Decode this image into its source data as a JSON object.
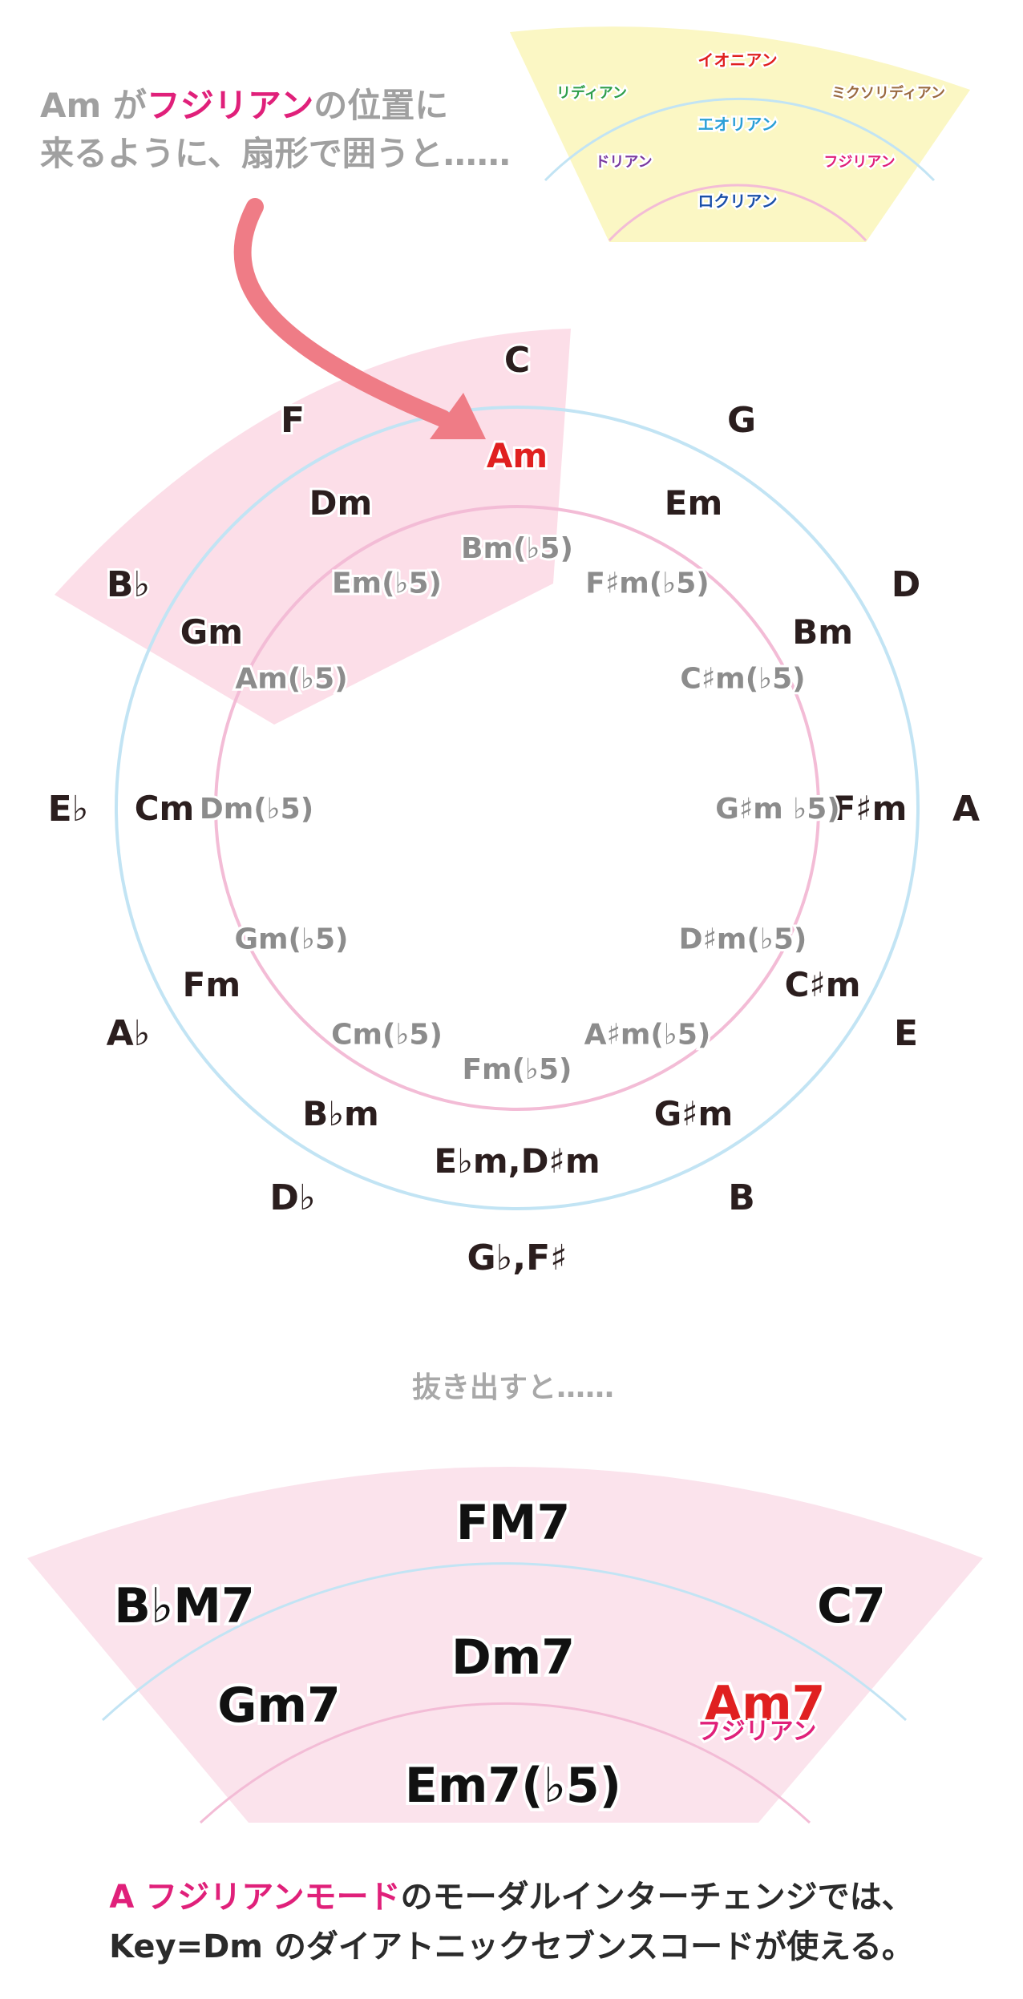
{
  "intro": {
    "line1_pre": "Am が",
    "line1_highlight": "フジリアン",
    "line1_post": "の位置に",
    "line2": "来るように、扇形で囲うと……"
  },
  "legend": {
    "ionian": "イオニアン",
    "lydian": "リディアン",
    "mixolydian": "ミクソリディアン",
    "aeolian": "エオリアン",
    "dorian": "ドリアン",
    "phrygian": "フジリアン",
    "locrian": "ロクリアン"
  },
  "circle": {
    "outer": [
      "C",
      "G",
      "D",
      "A",
      "E",
      "B",
      "G♭,F♯",
      "D♭",
      "A♭",
      "E♭",
      "B♭",
      "F"
    ],
    "middle": [
      "Am",
      "Em",
      "Bm",
      "F♯m",
      "C♯m",
      "G♯m",
      "E♭m,D♯m",
      "B♭m",
      "Fm",
      "Cm",
      "Gm",
      "Dm"
    ],
    "inner": [
      "Bm(♭5)",
      "F♯m(♭5)",
      "C♯m(♭5)",
      "G♯m ♭5)",
      "D♯m(♭5)",
      "A♯m(♭5)",
      "Fm(♭5)",
      "Cm(♭5)",
      "Gm(♭5)",
      "Dm(♭5)",
      "Am(♭5)",
      "Em(♭5)"
    ]
  },
  "extract_label": "抜き出すと……",
  "extract": {
    "outer": [
      "B♭M7",
      "FM7",
      "C7"
    ],
    "middle": [
      "Gm7",
      "Dm7",
      "Am7"
    ],
    "inner": [
      "Em7(♭5)"
    ],
    "am7_mode": "フジリアン"
  },
  "caption": {
    "line1_highlight": "A フジリアンモード",
    "line1_rest": "のモーダルインターチェンジでは、",
    "line2": "Key=Dm のダイアトニックセブンスコードが使える。"
  },
  "colors": {
    "pink": "#e0207a",
    "red": "#e02020",
    "sector": "#fbd8e4",
    "legend_fan": "#fbf7c4",
    "outer_ring": "#c2e4f4",
    "inner_ring": "#f3bcd6",
    "arrow": "#ef7c86",
    "text_dark": "#2b1e1e",
    "text_gray": "#8c8c8c"
  }
}
